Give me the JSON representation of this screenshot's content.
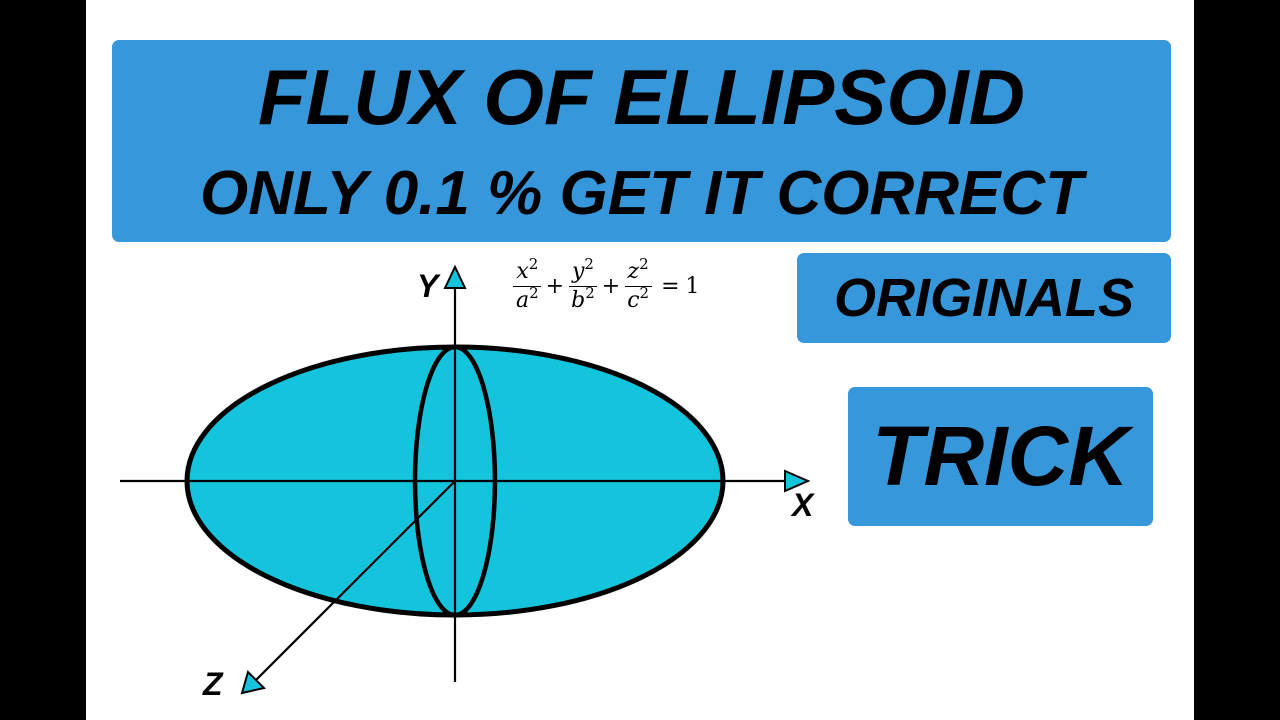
{
  "colors": {
    "panel_blue": "#3797DB",
    "ellipsoid_fill": "#14C3DC",
    "arrowhead_fill": "#14C3DC",
    "outline": "#000000",
    "background": "#FFFFFF",
    "letterbox": "#000000"
  },
  "title": {
    "line1": "FLUX OF ELLIPSOID",
    "line2": "ONLY 0.1 % GET IT CORRECT"
  },
  "badges": {
    "originals": "ORIGINALS",
    "trick": "TRICK"
  },
  "equation": {
    "terms": [
      {
        "num": "x",
        "den": "a",
        "exp": "2"
      },
      {
        "num": "y",
        "den": "b",
        "exp": "2"
      },
      {
        "num": "z",
        "den": "c",
        "exp": "2"
      }
    ],
    "plus": "+",
    "equals": "=",
    "rhs": "1"
  },
  "axes": {
    "x_label": "X",
    "y_label": "Y",
    "z_label": "Z"
  }
}
